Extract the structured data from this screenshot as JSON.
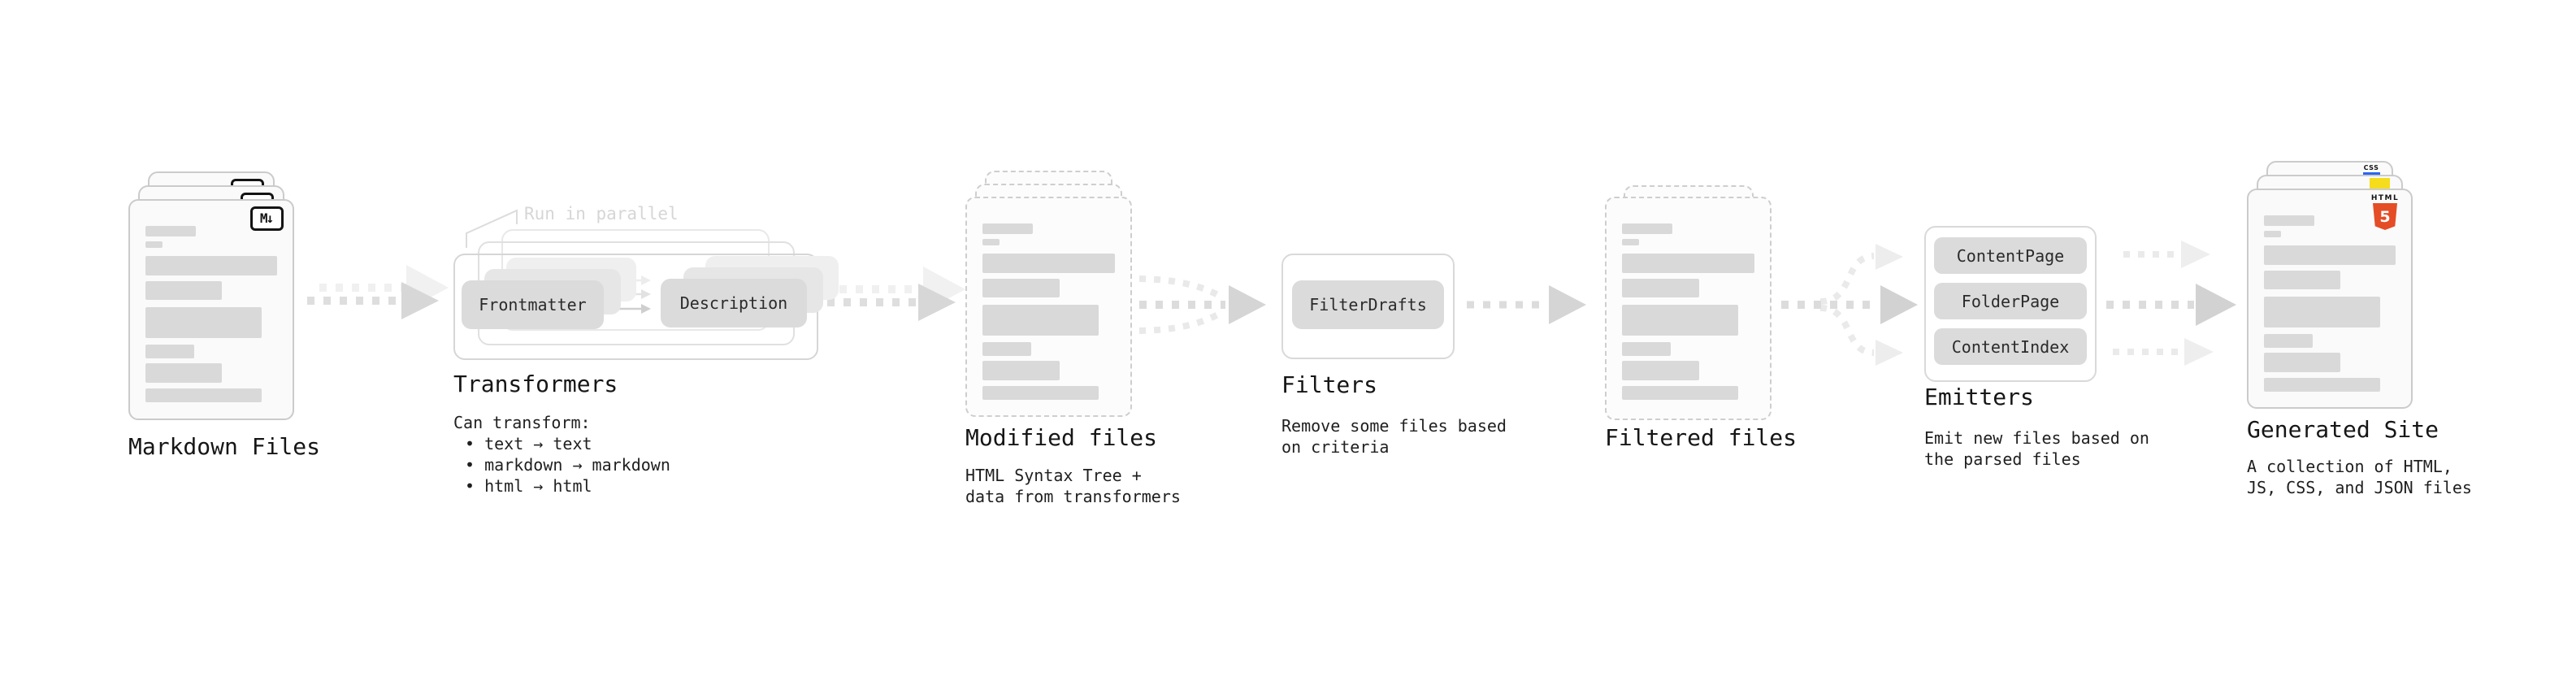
{
  "stages": {
    "markdown": {
      "label": "Markdown Files"
    },
    "transformers": {
      "label": "Transformers",
      "callout": "Run in parallel",
      "pill_frontmatter": "Frontmatter",
      "pill_description": "Description",
      "sub_title": "Can transform:",
      "bullets": [
        "• text → text",
        "• markdown → markdown",
        "• html → html"
      ]
    },
    "modified": {
      "label": "Modified files",
      "sub": [
        "HTML Syntax Tree +",
        "data from transformers"
      ]
    },
    "filters": {
      "label": "Filters",
      "pill": "FilterDrafts",
      "sub": [
        "Remove some files based",
        "on criteria"
      ]
    },
    "filtered": {
      "label": "Filtered files"
    },
    "emitters": {
      "label": "Emitters",
      "pills": [
        "ContentPage",
        "FolderPage",
        "ContentIndex"
      ],
      "sub": [
        "Emit new files based on",
        "the parsed files"
      ]
    },
    "generated": {
      "label": "Generated Site",
      "sub": [
        "A collection of HTML,",
        "JS, CSS, and JSON files"
      ]
    }
  },
  "badges": {
    "markdown_m": "M",
    "markdown_arrow": "↓",
    "html_word": "HTML",
    "html_number": "5",
    "css_word": "CSS"
  },
  "colors": {
    "html_orange": "#e44d26",
    "js_yellow": "#f5dd1e",
    "css_blue": "#2965f1",
    "pill_gray": "#dbdbdb",
    "skeleton_bar_gray": "#d9d9d9",
    "arrow_front_gray": "#d7d7d7",
    "arrow_ghost_gray": "#f0f0f0"
  }
}
